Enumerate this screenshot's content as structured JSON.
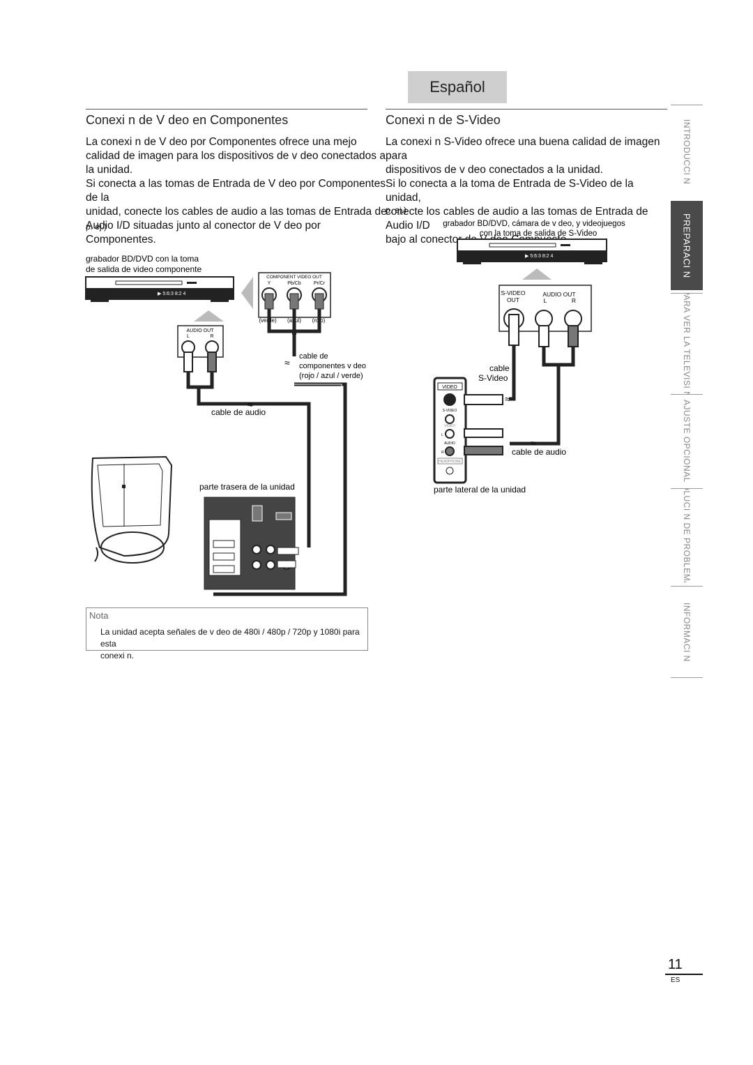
{
  "header": {
    "language_tab": "Español"
  },
  "left": {
    "title": "Conexi n de V deo en Componentes",
    "paragraphs": [
      "La conexi n de V deo por Componentes ofrece una mejo",
      "calidad de imagen para los dispositivos de v deo conectados a",
      "la unidad.",
      "Si conecta a las tomas de Entrada de V deo por Componentes de la",
      "unidad, conecte los cables de audio a las tomas de Entrada de",
      "Audio I/D situadas junto al conector de V deo por Componentes."
    ],
    "eg": "p. ej.)",
    "device_label_1": "grabador BD/DVD con la toma",
    "device_label_2": "de salida de video componente",
    "component_out": "COMPONENT VIDEO OUT",
    "comp_y": "Y",
    "comp_pb": "Pb/Cb",
    "comp_pr": "Pr/Cr",
    "color_green": "(verde)",
    "color_blue": "(azul)",
    "color_red": "(rojo)",
    "audio_out": "AUDIO OUT",
    "audio_l": "L",
    "audio_r": "R",
    "comp_cable_1": "cable de",
    "comp_cable_2": "componentes v deo",
    "comp_cable_3": "(rojo / azul / verde)",
    "audio_cable": "cable de audio",
    "rear_label": "parte trasera de la unidad"
  },
  "right": {
    "title": "Conexi n de S-Video",
    "paragraphs": [
      "La conexi n S-Video ofrece una buena calidad de imagen para",
      "dispositivos de v deo conectados a la unidad.",
      "Si lo conecta a la toma de Entrada de S-Video de la unidad,",
      "conecte los cables de audio a las tomas de Entrada de Audio I/D",
      "bajo al conector de V deo Compuesto."
    ],
    "eg": "p. ej.)",
    "device_label_1": "grabador BD/DVD, cámara de v deo, y videojuegos",
    "device_label_2": "con la toma de salida de S-Video",
    "svideo_out_1": "S-VIDEO",
    "svideo_out_2": "OUT",
    "audio_out": "AUDIO OUT",
    "audio_l": "L",
    "audio_r": "R",
    "svideo_cable_1": "cable",
    "svideo_cable_2": "S-Video",
    "panel_video": "VIDEO",
    "panel_svideo": "S-VIDEO",
    "panel_video2": "VIDEO",
    "panel_l": "L",
    "panel_audio": "AUDIO",
    "panel_r": "R",
    "panel_headphone": "HEADPHONE",
    "audio_cable": "cable de audio",
    "side_label": "parte lateral de la unidad"
  },
  "note": {
    "title": "Nota",
    "text_1": "La unidad acepta señales de v deo de 480i / 480p / 720p y 1080i para esta",
    "text_2": "conexi n."
  },
  "side_tabs": [
    {
      "label": "INTRODUCCI N",
      "active": false
    },
    {
      "label": "PREPARACI N",
      "active": true
    },
    {
      "label": "PARA VER LA TELEVISI N",
      "active": false
    },
    {
      "label": "AJUSTE OPCIONAL",
      "active": false
    },
    {
      "label": "SOLUCI N DE PROBLEMAS",
      "active": false
    },
    {
      "label": "INFORMACI N",
      "active": false
    }
  ],
  "footer": {
    "page_number": "11",
    "lang": "ES"
  }
}
